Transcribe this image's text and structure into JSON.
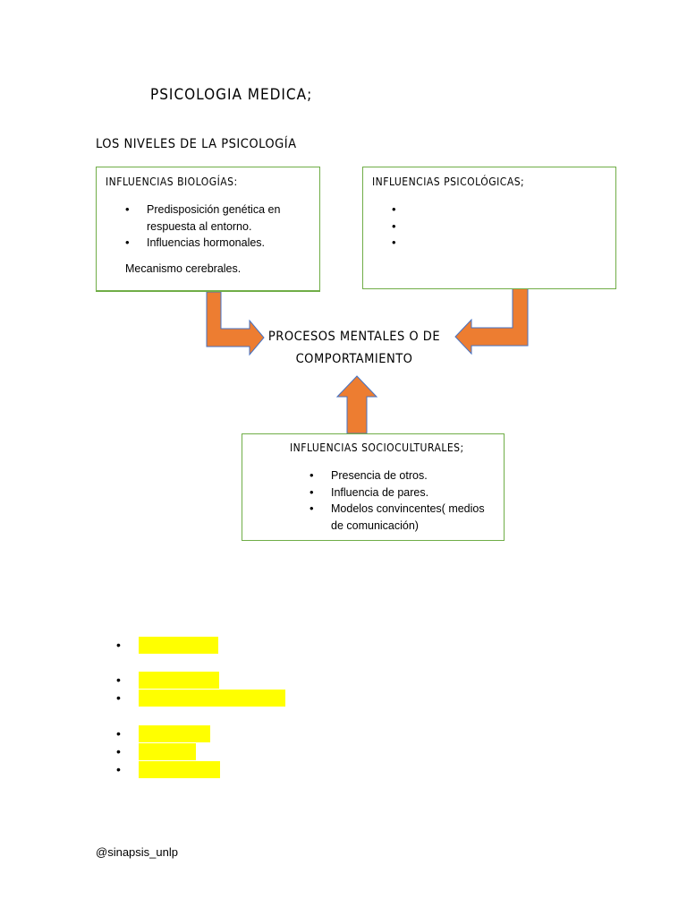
{
  "heading": {
    "title": "Psicologia medica;",
    "subtitle": "Los niveles de la psicología"
  },
  "boxes": {
    "biological": {
      "title": "Influencias biologías:",
      "items": [
        "Predisposición genética en respuesta al entorno.",
        "Influencias hormonales."
      ],
      "extra": "Mecanismo cerebrales."
    },
    "psychological": {
      "title": "Influencias psicológicas;",
      "items": [
        "",
        "",
        ""
      ]
    },
    "sociocultural": {
      "title": "Influencias socioculturales;",
      "items": [
        "Presencia de otros.",
        "Influencia de pares.",
        "Modelos convincentes( medios de comunicación)"
      ]
    }
  },
  "center": {
    "line1": "Procesos mentales o de",
    "line2": "comportamiento"
  },
  "colors": {
    "arrow_fill": "#ed7d31",
    "arrow_stroke": "#4472c4",
    "box_border": "#70ad47",
    "highlight": "#ffff00"
  },
  "footer": "@sinapsis_unlp"
}
